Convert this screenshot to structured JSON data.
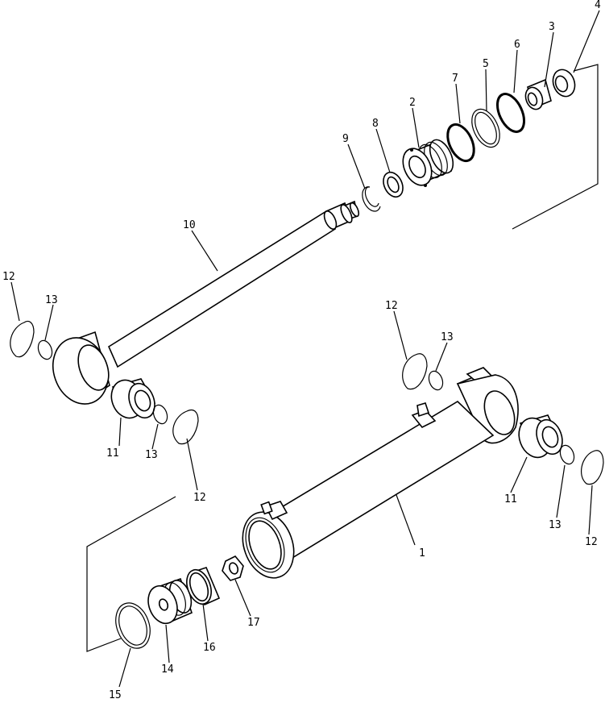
{
  "callouts": [
    {
      "id": "c1",
      "text": "1"
    },
    {
      "id": "c2",
      "text": "2"
    },
    {
      "id": "c3",
      "text": "3"
    },
    {
      "id": "c4",
      "text": "4"
    },
    {
      "id": "c5",
      "text": "5"
    },
    {
      "id": "c6",
      "text": "6"
    },
    {
      "id": "c7",
      "text": "7"
    },
    {
      "id": "c8",
      "text": "8"
    },
    {
      "id": "c9",
      "text": "9"
    },
    {
      "id": "c10",
      "text": "10"
    },
    {
      "id": "c11a",
      "text": "11"
    },
    {
      "id": "c11b",
      "text": "11"
    },
    {
      "id": "c12a",
      "text": "12"
    },
    {
      "id": "c12b",
      "text": "12"
    },
    {
      "id": "c12c",
      "text": "12"
    },
    {
      "id": "c12d",
      "text": "12"
    },
    {
      "id": "c13a",
      "text": "13"
    },
    {
      "id": "c13b",
      "text": "13"
    },
    {
      "id": "c13c",
      "text": "13"
    },
    {
      "id": "c13d",
      "text": "13"
    },
    {
      "id": "c14",
      "text": "14"
    },
    {
      "id": "c15",
      "text": "15"
    },
    {
      "id": "c16",
      "text": "16"
    },
    {
      "id": "c17",
      "text": "17"
    }
  ]
}
